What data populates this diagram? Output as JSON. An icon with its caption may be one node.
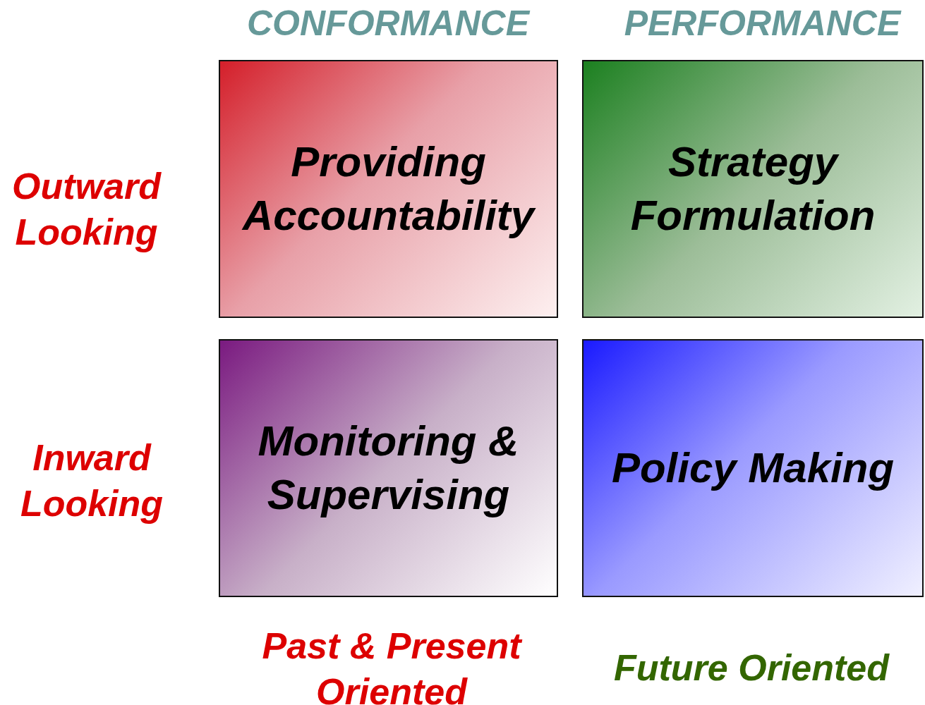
{
  "diagram": {
    "nodes": [
      {
        "text": [
          "Providing Accountability"
        ]
      },
      {
        "text": [
          "Strategy Formulation"
        ]
      },
      {
        "text": [
          "Monitoring & Supervising"
        ]
      },
      {
        "text": [
          "Policy Making"
        ]
      }
    ],
    "labels": [
      "CONFORMANCE",
      "PERFORMANCE",
      "Outward Looking",
      "Inward Looking",
      "Past & Present Oriented",
      "Future Oriented"
    ]
  }
}
